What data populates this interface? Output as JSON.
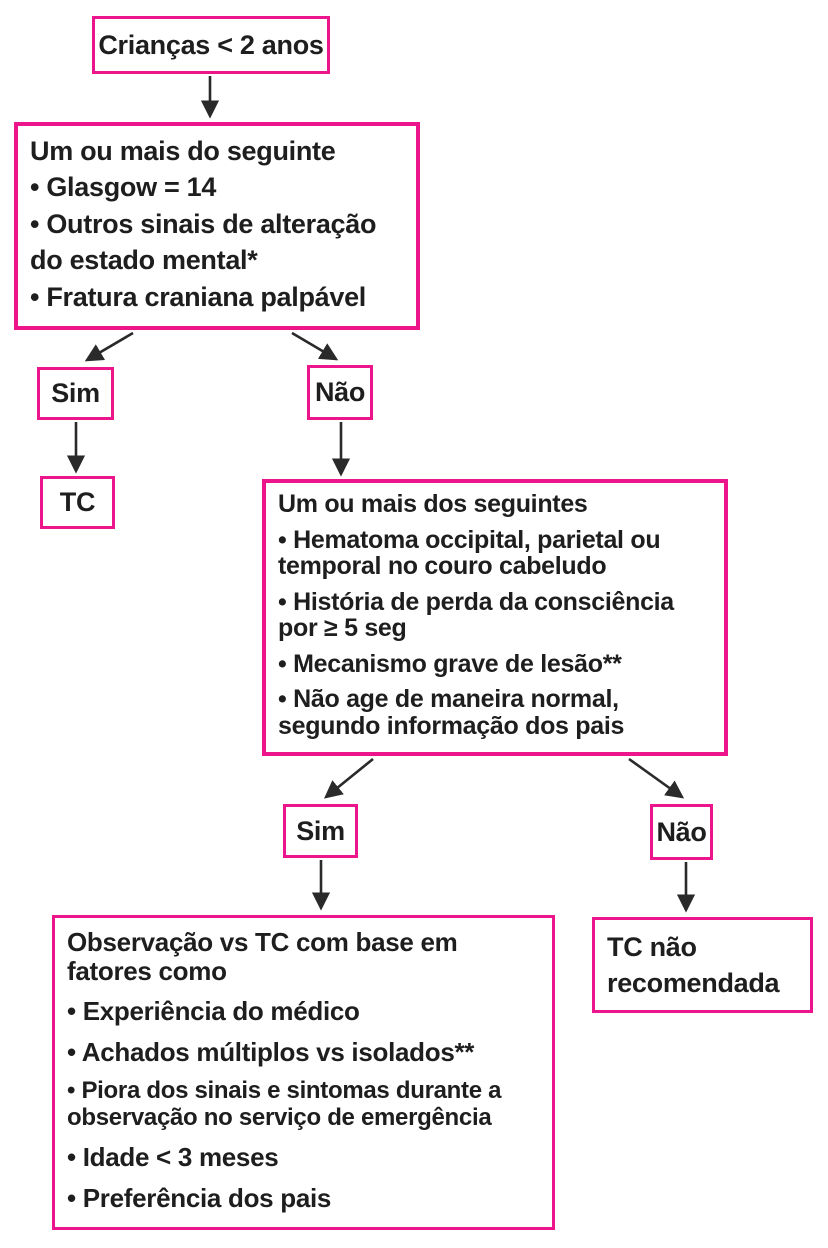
{
  "colors": {
    "accent": "#ec158b",
    "text": "#1e1e1e",
    "arrow": "#2a2a2a"
  },
  "nodes": {
    "root": {
      "label": "Crianças < 2 anos"
    },
    "criteria1": {
      "title": "Um ou mais do seguinte",
      "items": [
        "• Glasgow = 14",
        "• Outros sinais de alteração do estado mental*",
        "• Fratura craniana palpável"
      ]
    },
    "yes1": {
      "label": "Sim"
    },
    "no1": {
      "label": "Não"
    },
    "ct": {
      "label": "TC"
    },
    "criteria2": {
      "title": "Um ou mais dos seguintes",
      "items": [
        "• Hematoma occipital, parietal ou temporal no couro cabeludo",
        "• História de perda da consciência por ≥ 5 seg",
        "• Mecanismo grave de lesão**",
        "• Não age de maneira normal, segundo informação dos pais"
      ]
    },
    "yes2": {
      "label": "Sim"
    },
    "no2": {
      "label": "Não"
    },
    "observation": {
      "title": "Observação vs TC com base em fatores como",
      "items": [
        "• Experiência do médico",
        "• Achados múltiplos vs isolados**",
        "• Piora dos sinais e sintomas durante a observação no serviço de emergência",
        "• Idade < 3 meses",
        "• Preferência dos pais"
      ]
    },
    "ct_not_recommended": {
      "label": "TC não recomendada"
    }
  }
}
